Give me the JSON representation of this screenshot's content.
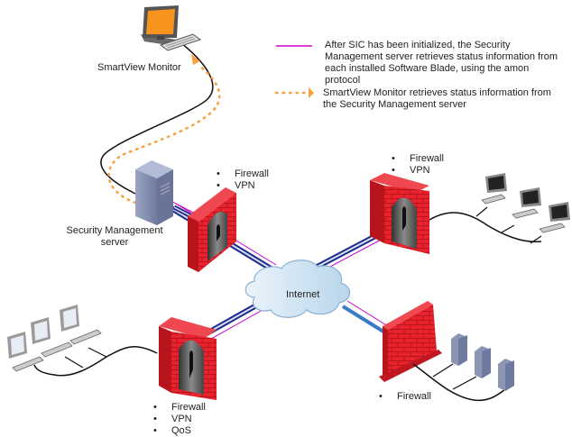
{
  "legend": {
    "sic_line": {
      "color": "#cc00cc",
      "text": "After SIC has been initialized, the Security Management server retrieves status information from each installed Software Blade, using the amon protocol"
    },
    "monitor_arrow": {
      "color": "#f7a040",
      "text": "SmartView Monitor retrieves status information from the Security Management server"
    }
  },
  "nodes": {
    "smartview_monitor": {
      "label": "SmartView Monitor",
      "icon": "workstation-icon"
    },
    "management_server": {
      "label_line1": "Security Management",
      "label_line2": "server",
      "icon": "server-icon"
    },
    "internet": {
      "label": "Internet",
      "icon": "cloud-icon"
    },
    "gateway_top_left": {
      "icon": "firewall-gateway-icon",
      "blades": [
        "Firewall",
        "VPN"
      ]
    },
    "gateway_top_right": {
      "icon": "firewall-gateway-icon",
      "blades": [
        "Firewall",
        "VPN"
      ]
    },
    "gateway_bottom_left": {
      "icon": "firewall-gateway-icon",
      "blades": [
        "Firewall",
        "VPN",
        "QoS"
      ]
    },
    "gateway_bottom_right": {
      "icon": "firewall-icon",
      "blades": [
        "Firewall"
      ]
    }
  },
  "colors": {
    "firewall_red": "#e8232d",
    "tunnel_blue": "#1c2a8c",
    "sic_magenta": "#cc00cc",
    "cloud_blue": "#c8dff0",
    "server_gray": "#8c96b4",
    "monitor_screen": "#f7941d"
  }
}
